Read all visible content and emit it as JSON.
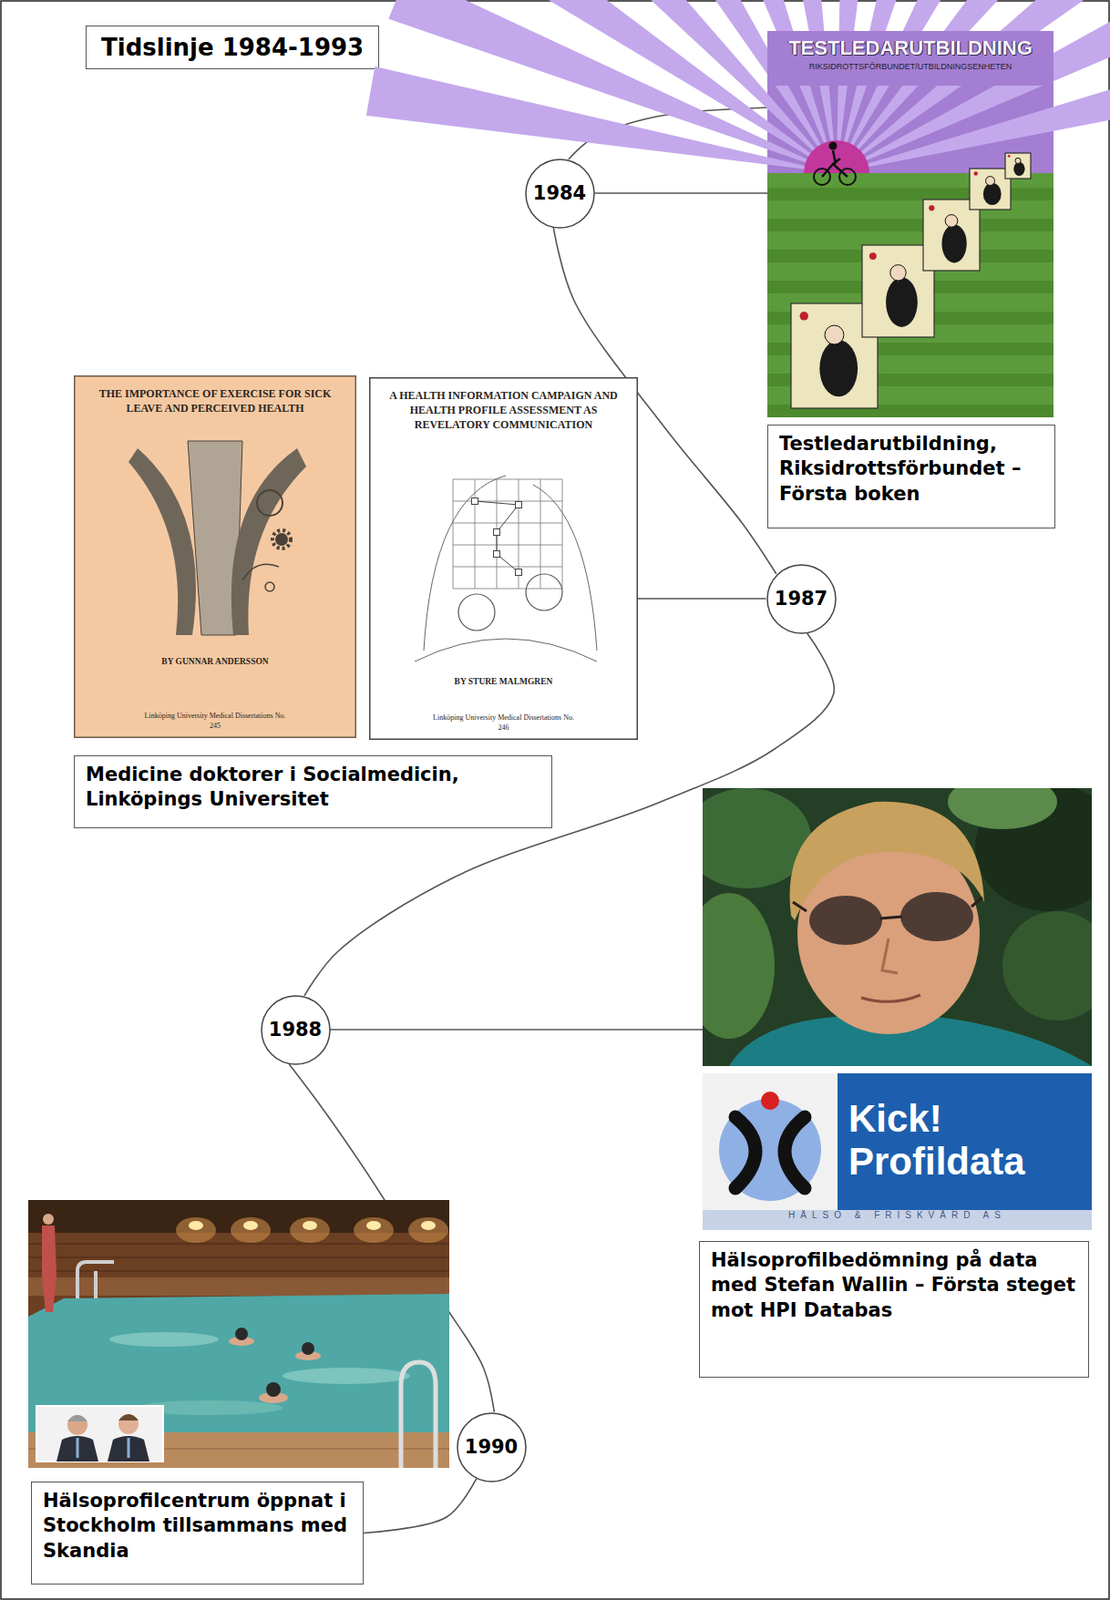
{
  "diagram": {
    "title": "Tidslinje 1984-1993",
    "nodes": [
      {
        "text": [
          "1984"
        ]
      },
      {
        "text": [
          "TESTLEDARUTBILDNING",
          "RIKSIDROTTSFÖRBUNDET/UTBILDNINGSENHETEN"
        ]
      },
      {
        "text": [
          "Testledarutbildning, Riksidrottsförbundet – Första boken"
        ]
      },
      {
        "text": [
          "THE IMPORTANCE OF EXERCISE FOR SICK LEAVE AND PERCEIVED HEALTH",
          "BY GUNNAR ANDERSSON",
          "Linköping University Medical Dissertations No. 245"
        ]
      },
      {
        "text": [
          "A HEALTH INFORMATION CAMPAIGN AND HEALTH PROFILE ASSESSMENT AS REVELATORY COMMUNICATION",
          "BY STURE MALMGREN",
          "Linköping University Medical Dissertations No. 246"
        ]
      },
      {
        "text": [
          "1987"
        ]
      },
      {
        "text": [
          "Medicine doktorer i Socialmedicin, Linköpings Universitet"
        ]
      },
      {
        "text": [
          "1988"
        ]
      },
      {
        "text": [
          "Kick! Profildata",
          "HÄLSO & FRISKVÅRD AS"
        ]
      },
      {
        "text": [
          "Hälsoprofilbedömning på data med Stefan Wallin – Första steget mot HPI Databas"
        ]
      },
      {
        "text": [
          "1990"
        ]
      },
      {
        "text": [
          "Hälsoprofilcentrum öppnat i Stockholm tillsammans med Skandia"
        ]
      }
    ],
    "edges": [
      {
        "from": 1,
        "to": 0,
        "arrow": "none"
      },
      {
        "from": 0,
        "to": 1,
        "arrow": "none"
      },
      {
        "from": 0,
        "to": 5,
        "arrow": "none"
      },
      {
        "from": 5,
        "to": 4,
        "arrow": "none"
      },
      {
        "from": 5,
        "to": 7,
        "arrow": "none"
      },
      {
        "from": 7,
        "to": 10,
        "arrow": "none"
      },
      {
        "from": 10,
        "to": 11,
        "arrow": "none"
      }
    ]
  }
}
